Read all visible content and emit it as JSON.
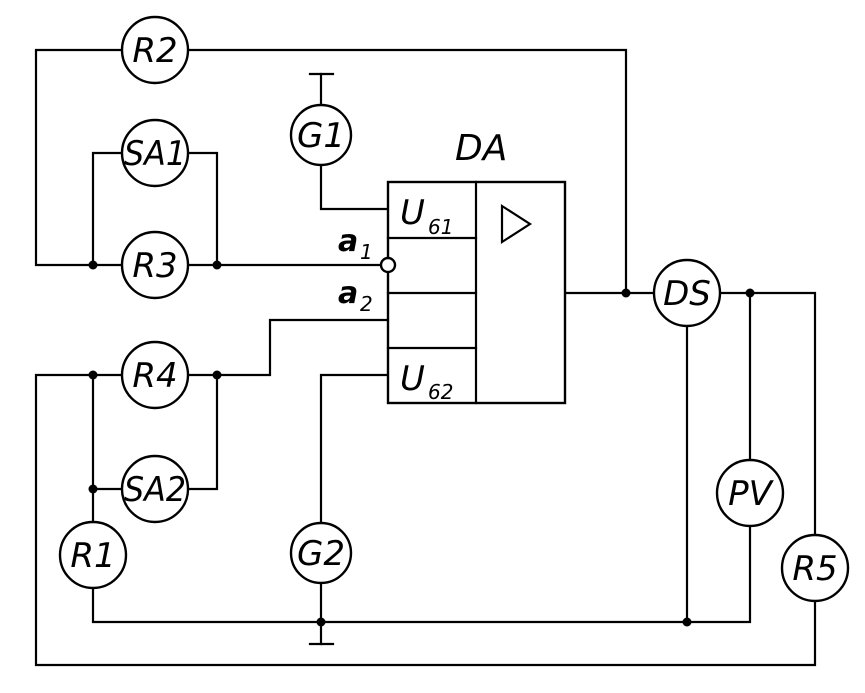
{
  "components": {
    "R2": "R2",
    "SA1": "SA1",
    "G1": "G1",
    "R3": "R3",
    "R4": "R4",
    "SA2": "SA2",
    "R1": "R1",
    "G2": "G2",
    "DS": "DS",
    "PV": "PV",
    "R5": "R5"
  },
  "da": {
    "title": "DA",
    "pin_u1": {
      "main": "U",
      "sub": "61"
    },
    "pin_u2": {
      "main": "U",
      "sub": "62"
    },
    "input_a1": {
      "main": "a",
      "sub": "1"
    },
    "input_a2": {
      "main": "a",
      "sub": "2"
    }
  }
}
